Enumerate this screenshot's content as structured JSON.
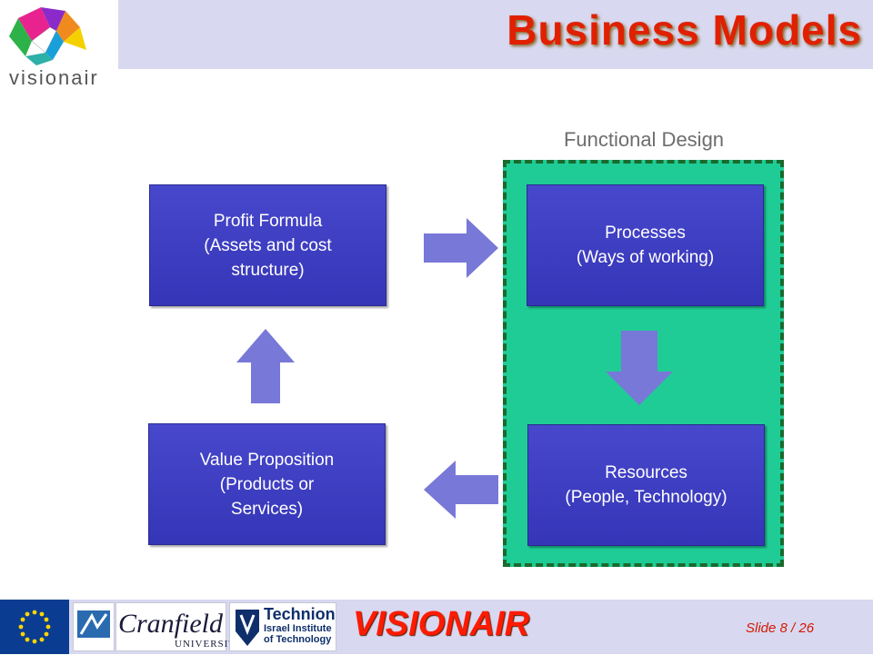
{
  "header": {
    "title": "Business Models",
    "logo_text": "visionair"
  },
  "diagram": {
    "region_label": "Functional Design",
    "nodes": {
      "profit_formula": {
        "line1": "Profit Formula",
        "line2": "(Assets and cost",
        "line3": "structure)"
      },
      "processes": {
        "line1": "Processes",
        "line2": "(Ways of working)"
      },
      "resources": {
        "line1": "Resources",
        "line2": "(People, Technology)"
      },
      "value_proposition": {
        "line1": "Value Proposition",
        "line2": "(Products or",
        "line3": "Services)"
      }
    },
    "colors": {
      "box_fill": "#3a3abd",
      "region_fill": "#1fcc95",
      "region_border": "#1a6a2e",
      "arrow_fill": "#7878d8"
    }
  },
  "footer": {
    "brand": "VISIONAIR",
    "slide_number": "Slide 8 / 26",
    "partners": {
      "cranfield": "Cranfield",
      "cranfield_sub": "UNIVERSITY",
      "technion": "Technion",
      "technion_sub": "Israel Institute of Technology"
    }
  }
}
